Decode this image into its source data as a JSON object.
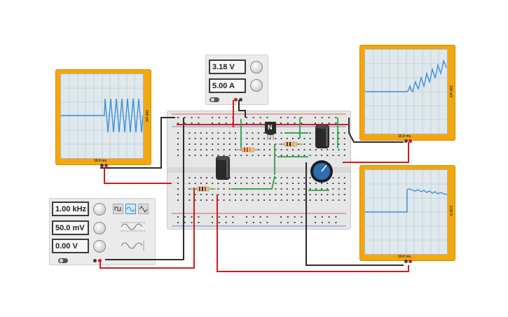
{
  "scope_left": {
    "time_label": "10.0 ms",
    "volt_label": "100 mV"
  },
  "scope_top_right": {
    "time_label": "10.0 ms",
    "volt_label": "100 mV"
  },
  "scope_bottom_right": {
    "time_label": "10.0 ms",
    "volt_label": "2.00 V"
  },
  "dc_supply": {
    "voltage": "3.18 V",
    "current": "5.00 A"
  },
  "function_generator": {
    "frequency": "1.00 kHz",
    "amplitude": "50.0 mV",
    "offset": "0.00 V",
    "selected_wave": "sine",
    "wave_buttons": [
      "square-wave-icon",
      "sine-wave-icon",
      "triangle-wave-icon"
    ]
  },
  "transistor": {
    "label": "N"
  },
  "colors": {
    "scope_body": "#f4a70c",
    "trace": "#3d8fd8",
    "wire_red": "#d01b1b",
    "wire_black": "#2b2b2b",
    "wire_green": "#2ea043"
  }
}
